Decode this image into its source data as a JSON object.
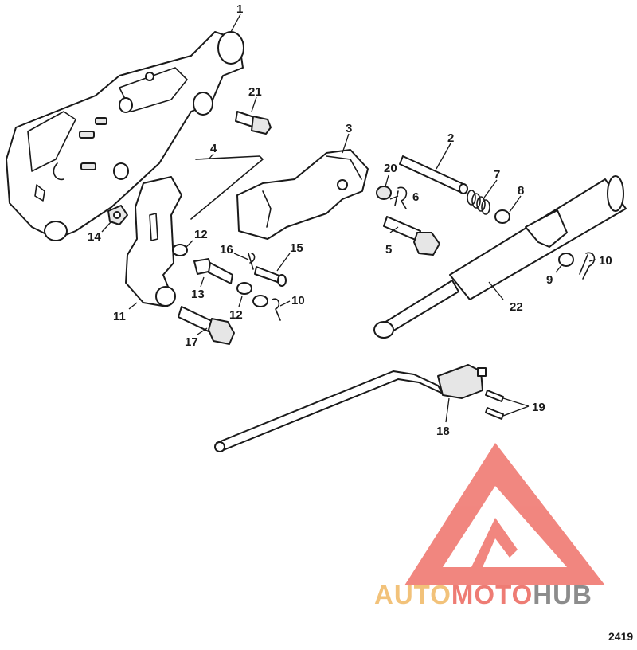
{
  "diagram_id": "2419",
  "watermark": {
    "segments": [
      {
        "text": "AUTO",
        "color": "#f2c27a"
      },
      {
        "text": "MOTO",
        "color": "#ee7c74"
      },
      {
        "text": "HUB",
        "color": "#8c8c8c"
      }
    ],
    "logo_color": "#f07a72"
  },
  "callouts": [
    "1",
    "2",
    "3",
    "4",
    "5",
    "6",
    "7",
    "8",
    "9",
    "10",
    "10",
    "11",
    "12",
    "12",
    "13",
    "14",
    "15",
    "16",
    "17",
    "18",
    "19",
    "20",
    "21",
    "22"
  ]
}
